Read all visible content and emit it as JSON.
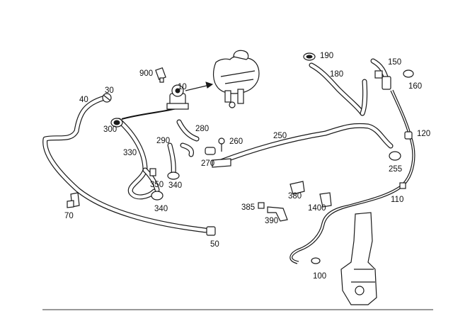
{
  "labels": {
    "l900": "900",
    "l10": "10",
    "l30": "30",
    "l40": "40",
    "l300": "300",
    "l280": "280",
    "l290": "290",
    "l260": "260",
    "l270": "270",
    "l330": "330",
    "l350": "350",
    "l340a": "340",
    "l340b": "340",
    "l70": "70",
    "l50": "50",
    "l190": "190",
    "l180": "180",
    "l150": "150",
    "l160": "160",
    "l120": "120",
    "l250": "250",
    "l255": "255",
    "l110": "110",
    "l380": "380",
    "l385": "385",
    "l390": "390",
    "l1400": "1400",
    "l100": "100"
  }
}
